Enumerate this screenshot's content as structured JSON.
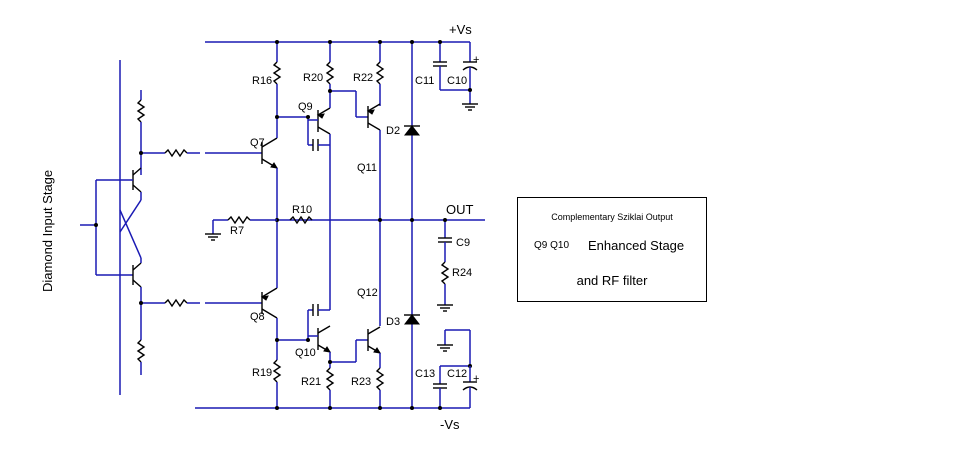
{
  "side_label": "Diamond Input Stage",
  "rails": {
    "positive": "+Vs",
    "output": "OUT",
    "negative": "-Vs"
  },
  "components": {
    "R16": "R16",
    "R20": "R20",
    "R22": "R22",
    "C11": "C11",
    "C10": "C10",
    "Q9": "Q9",
    "Q7": "Q7",
    "D2": "D2",
    "Q11": "Q11",
    "R10": "R10",
    "R7": "R7",
    "C9": "C9",
    "R24": "R24",
    "Q12": "Q12",
    "D3": "D3",
    "Q8": "Q8",
    "Q10": "Q10",
    "R19": "R19",
    "R21": "R21",
    "R23": "R23",
    "C13": "C13",
    "C12": "C12"
  },
  "polarity": {
    "plus": "+"
  },
  "infobox": {
    "title": "Complementary Sziklai Output",
    "transistors": "Q9  Q10",
    "subtitle": "Enhanced Stage",
    "subtitle2": "and RF filter"
  }
}
